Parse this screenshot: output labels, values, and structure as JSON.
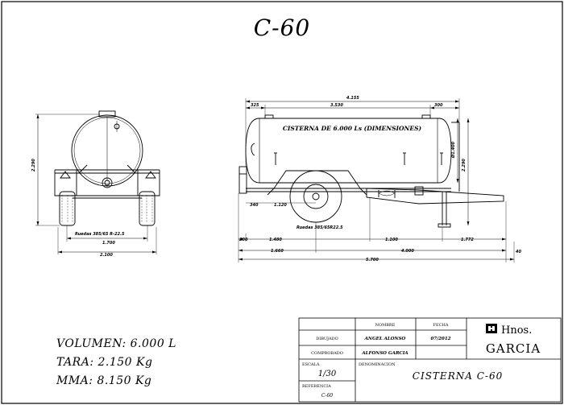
{
  "drawing_title": "C-60",
  "specs": {
    "volumen": "VOLUMEN: 6.000 L",
    "tara": "TARA: 2.150 Kg",
    "mma": "MMA: 8.150 Kg"
  },
  "front_view": {
    "height_dim": "2.290",
    "tyres_label": "Ruedas 385/65 R-22.5",
    "track_dim": "1.700",
    "overall_width_dim": "2.100"
  },
  "side_view": {
    "tank_label": "CISTERNA DE 6.000 Ls (DIMENSIONES)",
    "overall_top_dim": "4.155",
    "seg_left": "325",
    "seg_mid": "3.530",
    "seg_right": "300",
    "height_dim": "2.290",
    "tank_diam_dim": "Ø1.400",
    "axle_left": "340",
    "axle_spacing": "1.120",
    "hitch_short": "1.100",
    "hitch_long": "1.772",
    "ground_left": "200",
    "ground_mid": "1.480",
    "lower_left": "1.660",
    "lower_right": "4.000",
    "overall_length": "5.700",
    "drawbar_offset": "40",
    "wheel_label": "Ruedas 385/65R22.5"
  },
  "title_block": {
    "col_nombre": "NOMBRE",
    "col_fecha": "FECHA",
    "row_dibujado": "DIBUJADO",
    "row_comprobado": "COMPROBADO",
    "dibujado_name": "ANGEL ALONSO",
    "dibujado_date": "07/2012",
    "comprobado_name": "ALFONSO GARCIA",
    "escala_label": "ESCALA",
    "escala_value": "1/30",
    "referencia_label": "REFERENCIA",
    "referencia_value": "C-60",
    "denominacion_label": "DENOMINACION",
    "denominacion_value": "CISTERNA C-60",
    "company_line1": "Hnos.",
    "company_line2": "GARCIA"
  }
}
